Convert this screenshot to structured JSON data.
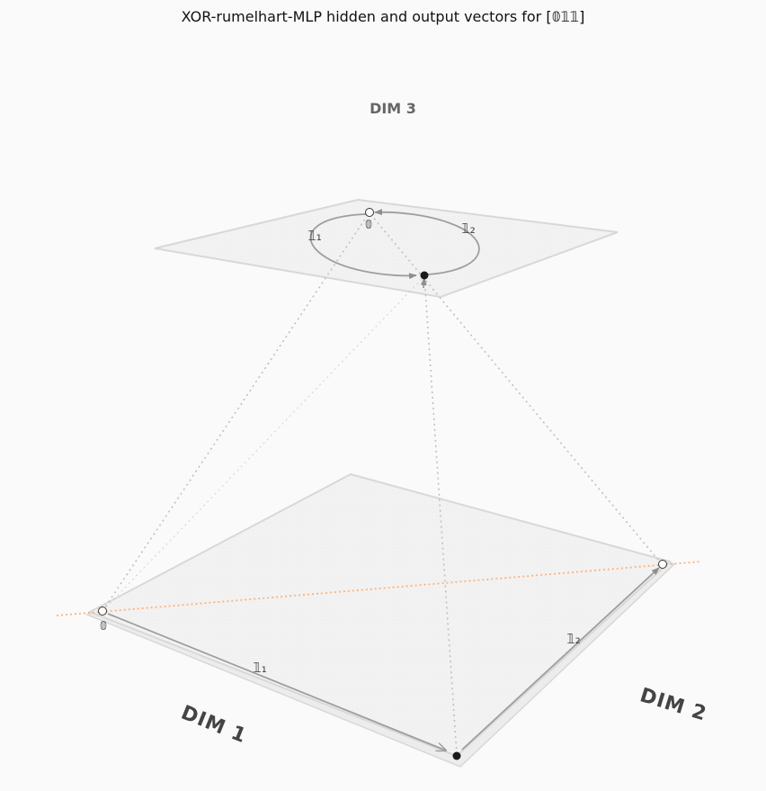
{
  "title": "XOR-rumelhart-MLP hidden and output vectors for [𝟘𝟙𝟙]",
  "axes": {
    "dim1": "DIM 1",
    "dim2": "DIM 2",
    "dim3": "DIM 3"
  },
  "bottom_plane": {
    "zero_label": "𝟘",
    "edge1_label": "𝟙₁",
    "edge2_label": "𝟙₂"
  },
  "top_plane": {
    "zero_label": "𝟘",
    "edge1_label": "𝟙₁",
    "edge2_label": "𝟙₂"
  },
  "colors": {
    "plane_fill": "#f0f0f0",
    "plane_stroke": "#d8d8d8",
    "arrow": "#9e9e9e",
    "dotted": "#c0c0c0",
    "decision_line": "#ffb27a",
    "filled_point": "#1a1a1a",
    "open_point": "#ffffff"
  }
}
